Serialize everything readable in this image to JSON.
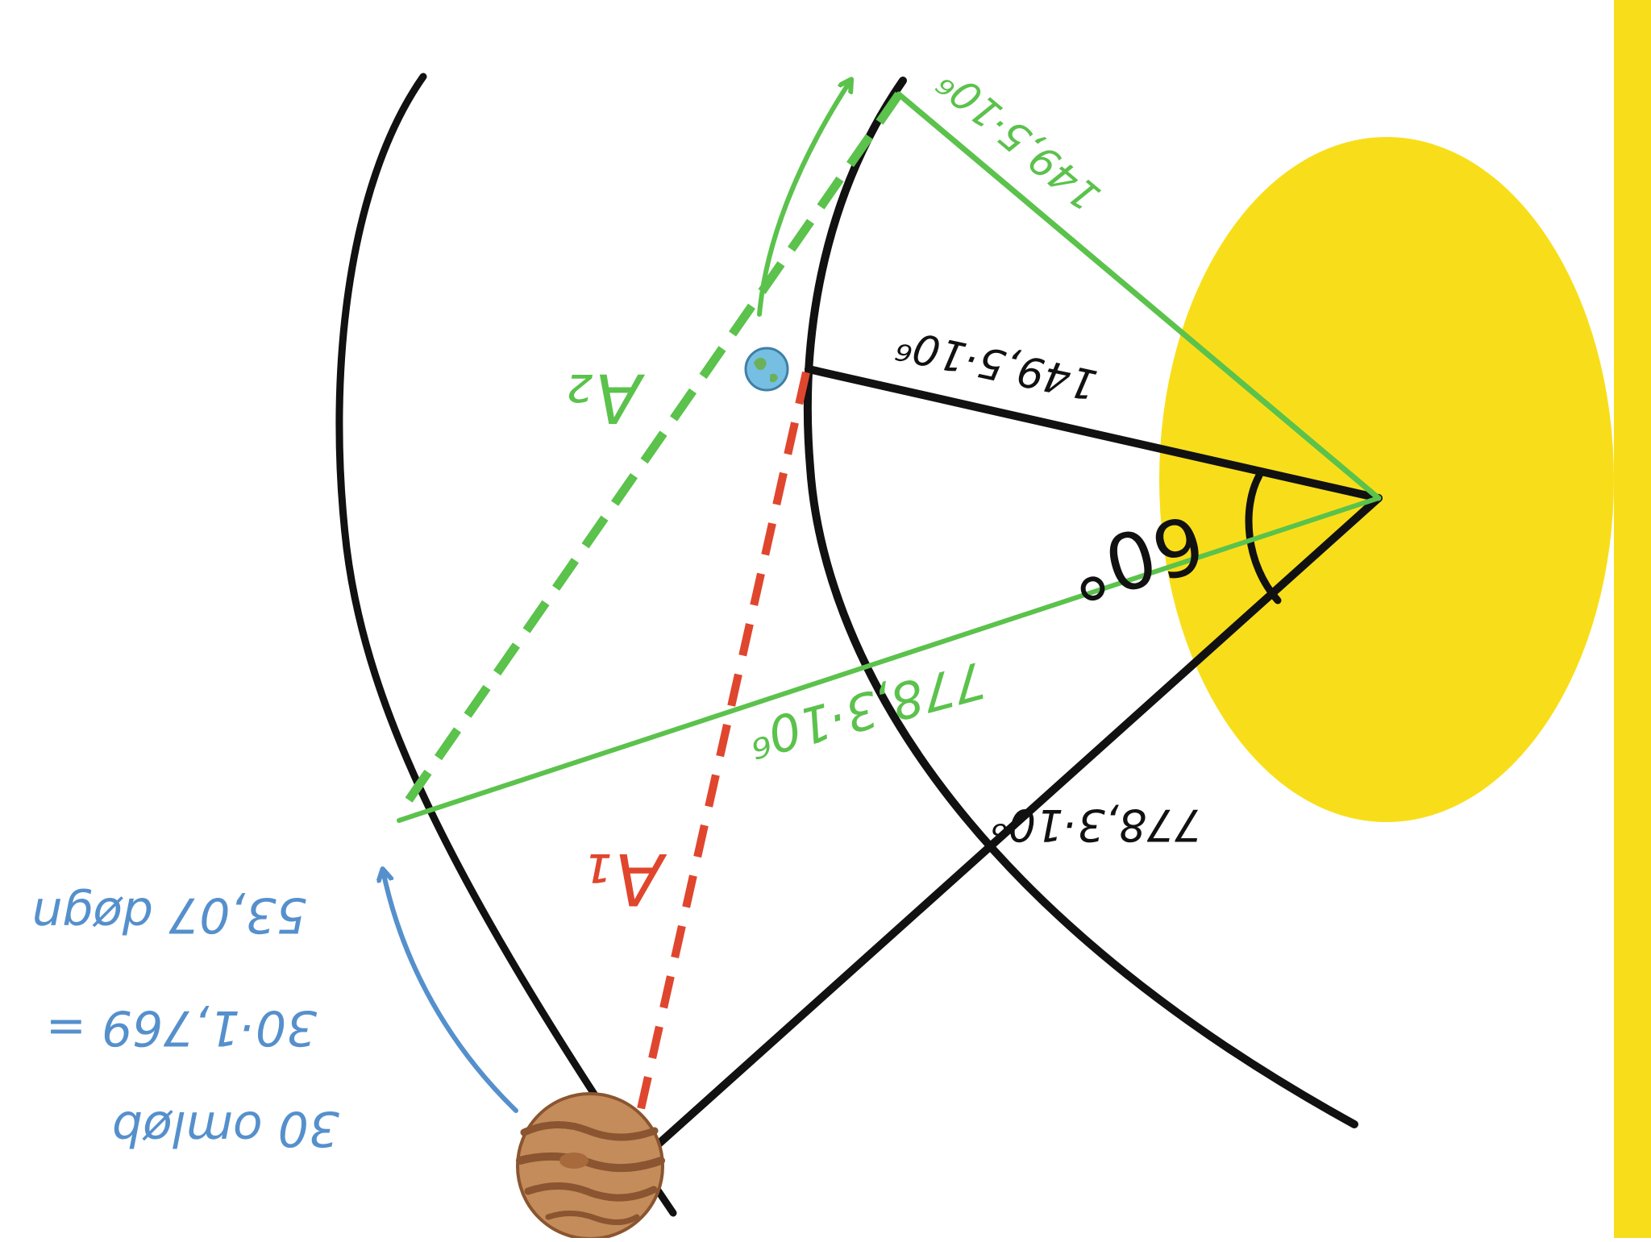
{
  "colors": {
    "sun": "#F8DE1A",
    "orbit": "#111111",
    "green": "#5BC24C",
    "red": "#E0462E",
    "blue": "#5590CC",
    "earth_ocean": "#76BFE3",
    "earth_land": "#6BB15A",
    "jupiter_base": "#C48C5A",
    "jupiter_band": "#8A5530"
  },
  "labels": {
    "earth_radius_black": "149,5·10⁶",
    "earth_radius_green": "149,5·10⁶",
    "jupiter_radius_black": "778,3·10⁶",
    "jupiter_radius_green": "778,3·10⁶",
    "angle": "60°",
    "a1": "A₁",
    "a2": "A₂",
    "note_line1": "30 omløb",
    "note_line2": "30·1,769 =",
    "note_line3": "53,07 døgn"
  },
  "icons": {
    "sun": "sun-icon",
    "earth": "earth-icon",
    "jupiter": "jupiter-icon"
  }
}
